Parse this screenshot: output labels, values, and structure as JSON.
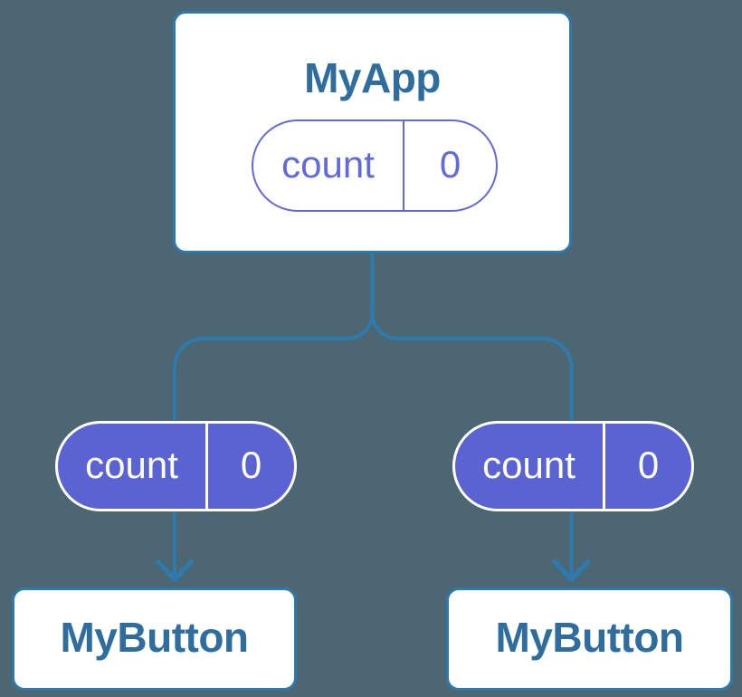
{
  "colors": {
    "background": "#4C6771",
    "connector_blue": "#2E79AD",
    "component_text_blue": "#2F6D9F",
    "state_pill_fill_purple": "#5B63D3",
    "state_pill_outline_purple": "#6269DB",
    "card_fill": "#FFFFFF"
  },
  "diagram": {
    "root": {
      "title": "MyApp",
      "state_pill": {
        "label": "count",
        "value": "0"
      }
    },
    "children": [
      {
        "state_pill": {
          "label": "count",
          "value": "0"
        },
        "title": "MyButton"
      },
      {
        "state_pill": {
          "label": "count",
          "value": "0"
        },
        "title": "MyButton"
      }
    ]
  }
}
